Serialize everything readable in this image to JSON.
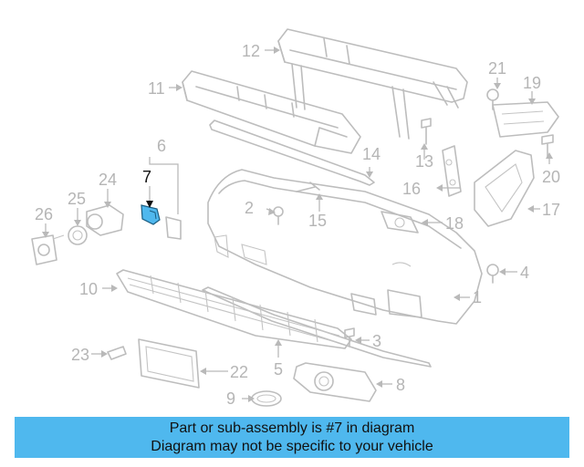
{
  "diagram": {
    "callouts": [
      "1",
      "2",
      "3",
      "4",
      "5",
      "6",
      "7",
      "8",
      "9",
      "10",
      "11",
      "12",
      "13",
      "14",
      "15",
      "16",
      "17",
      "18",
      "19",
      "20",
      "21",
      "22",
      "23",
      "24",
      "25",
      "26"
    ],
    "highlighted_part": "7",
    "highlight_color": "#4fb8ee",
    "part_stroke_color": "#bdbdbd"
  },
  "banner": {
    "line1": "Part or sub-assembly is #7 in diagram",
    "line2": "Diagram may not be specific to your vehicle",
    "background": "#4fb8ee"
  }
}
